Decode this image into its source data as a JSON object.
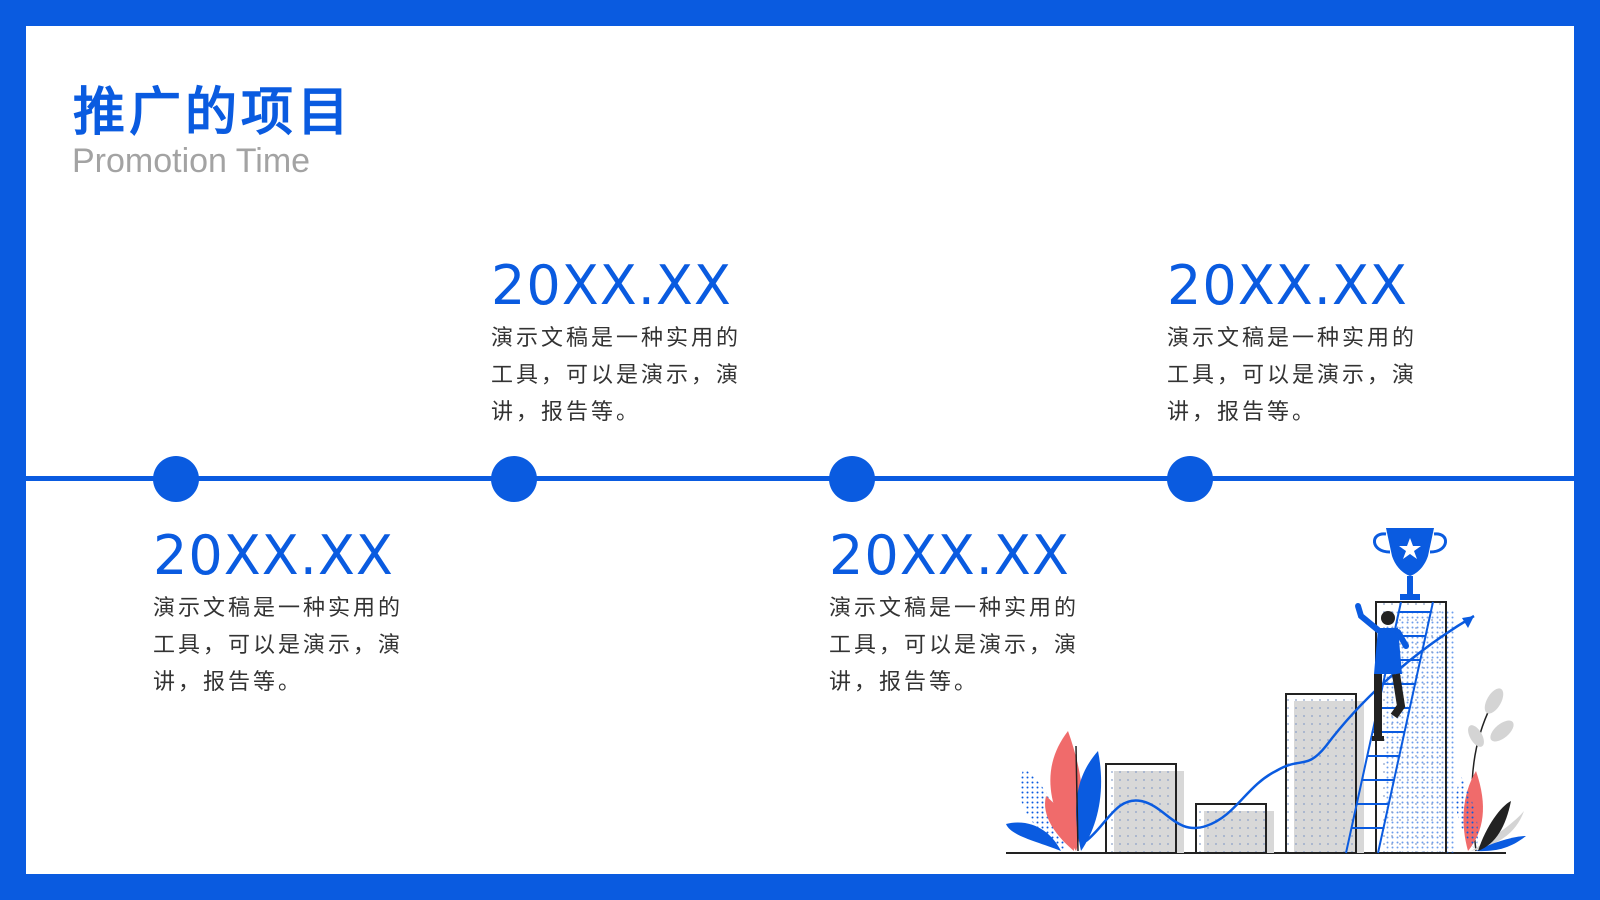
{
  "header": {
    "title": "推广的项目",
    "subtitle": "Promotion Time"
  },
  "timeline": {
    "events": [
      {
        "date": "20XX.XX",
        "description": "演示文稿是一种实用的工具，可以是演示，演讲，报告等。"
      },
      {
        "date": "20XX.XX",
        "description": "演示文稿是一种实用的工具，可以是演示，演讲，报告等。"
      },
      {
        "date": "20XX.XX",
        "description": "演示文稿是一种实用的工具，可以是演示，演讲，报告等。"
      },
      {
        "date": "20XX.XX",
        "description": "演示文稿是一种实用的工具，可以是演示，演讲，报告等。"
      }
    ]
  },
  "colors": {
    "brand_blue": "#0a5be0",
    "accent_coral": "#f06b6b",
    "subtitle_gray": "#a3a3a3",
    "body_text": "#333333"
  },
  "illustration": {
    "icons": [
      "trophy-icon",
      "ladder-icon",
      "person-climbing-icon",
      "growth-arrow-icon",
      "plant-icon"
    ]
  }
}
